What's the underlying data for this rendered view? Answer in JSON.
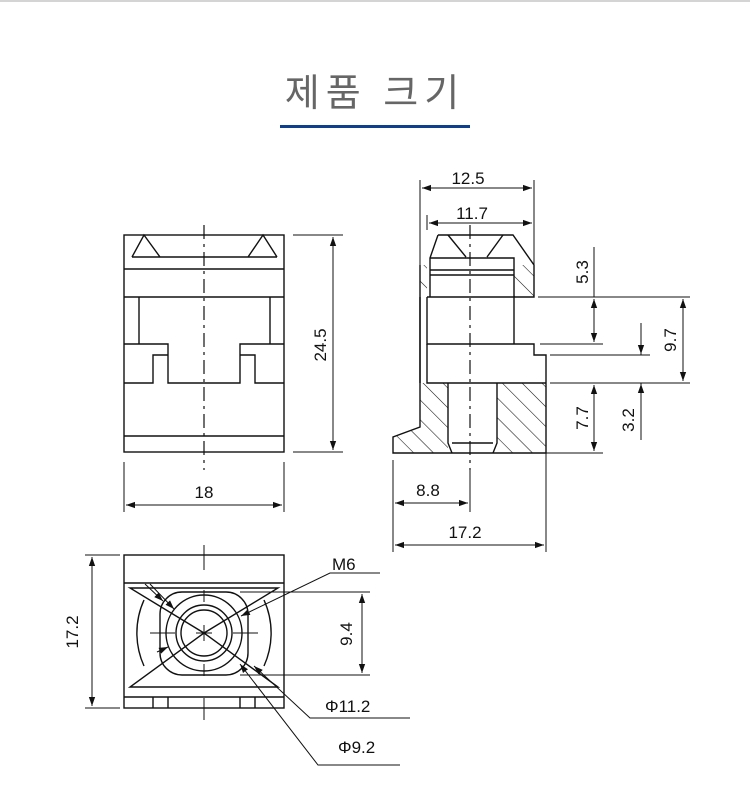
{
  "header": {
    "title": "제품 크기",
    "accent_color": "#0d3f8c"
  },
  "front_view": {
    "height_label": "24.5",
    "width_label": "18"
  },
  "side_view": {
    "top_outer_width": "12.5",
    "top_inner_width": "11.7",
    "upper_height": "5.3",
    "middle_height": "9.7",
    "step_height": "3.2",
    "base_height": "7.7",
    "center_offset": "8.8",
    "total_width": "17.2"
  },
  "bottom_view": {
    "height_label": "17.2",
    "inner_height": "9.4",
    "thread_label": "M6",
    "outer_diameter": "Φ11.2",
    "inner_diameter": "Φ9.2"
  }
}
